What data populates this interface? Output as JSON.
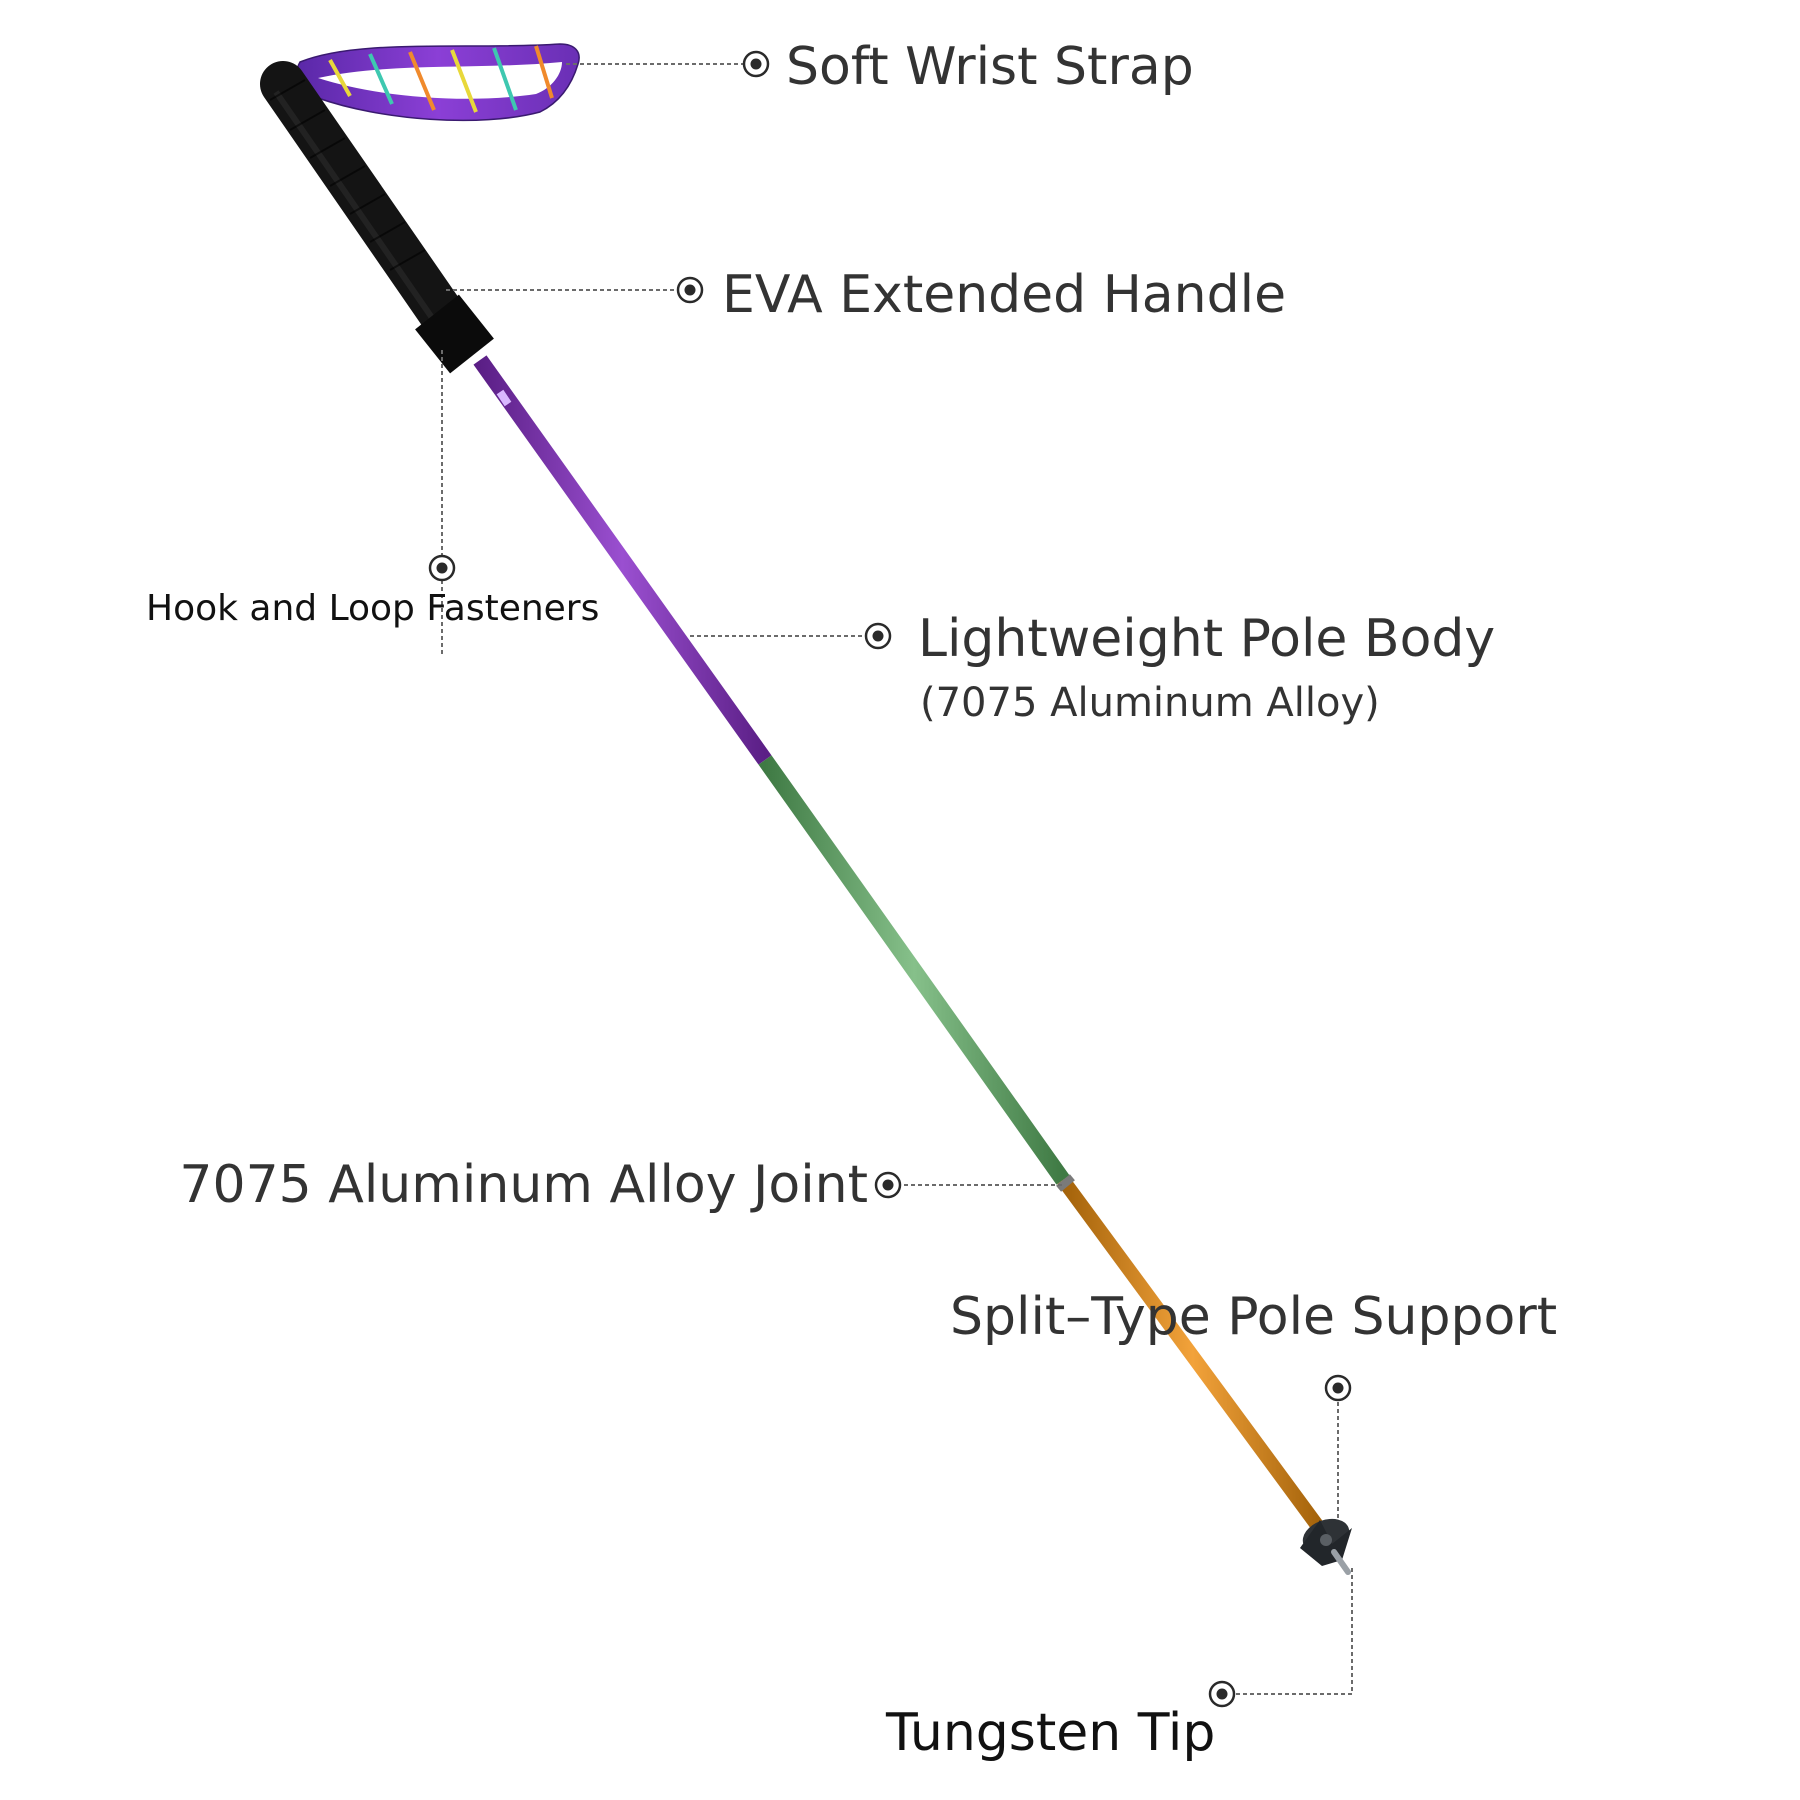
{
  "callouts": {
    "wrist_strap": "Soft Wrist Strap",
    "handle": "EVA Extended Handle",
    "fasteners": "Hook and Loop Fasteners",
    "pole_body": "Lightweight Pole Body",
    "pole_body_sub": "(7075 Aluminum Alloy)",
    "joint": "7075 Aluminum Alloy Joint",
    "support": "Split–Type Pole Support",
    "tip": "Tungsten Tip"
  },
  "colors": {
    "strap_purple": "#6a2fb5",
    "strap_violet": "#8b3fd6",
    "strap_accent_yellow": "#e8d83a",
    "strap_accent_teal": "#3ec8b0",
    "strap_accent_orange": "#f08a2c",
    "grip_black": "#141414",
    "shaft_purple": "#7a2fa8",
    "shaft_green": "#5f9e5f",
    "shaft_orange": "#d88a1a",
    "basket_gray": "#2e3236",
    "tip_silver": "#9aa0a6"
  },
  "icons": {
    "callout_marker": "target-dot-icon"
  }
}
